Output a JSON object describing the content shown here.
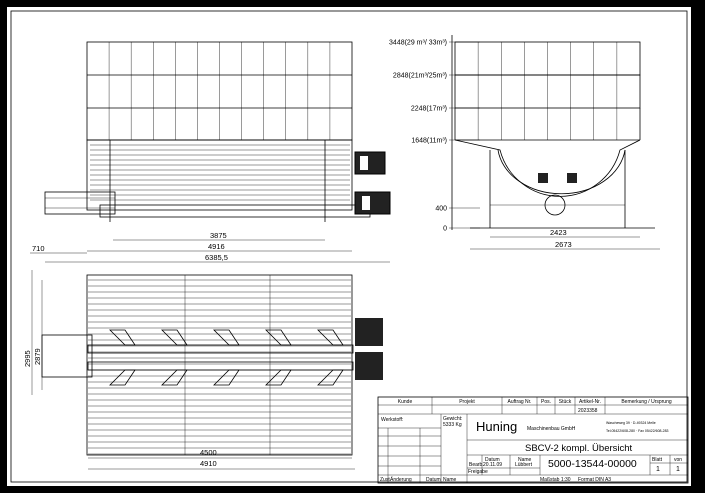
{
  "drawing": {
    "front_view": {
      "dims": {
        "d3875": "3875",
        "d4916": "4916",
        "d710": "710",
        "d6385": "6385,5"
      }
    },
    "side_view": {
      "levels": [
        "3448(29 m³/ 33m³)",
        "2848(21m³/25m³)",
        "2248(17m³)",
        "1648(11m³)",
        "400",
        "0"
      ],
      "dims": {
        "d2423": "2423",
        "d2673": "2673"
      }
    },
    "top_view": {
      "dims": {
        "d4500": "4500",
        "d4910": "4910",
        "d2995": "2995",
        "d2879": "2879"
      }
    }
  },
  "title_block": {
    "headers": [
      "Kunde",
      "Projekt",
      "Auftrag Nr.",
      "Pos.",
      "Stück",
      "Artikel-Nr.",
      "Bemerkung / Ursprung"
    ],
    "article_no": "2023358",
    "material_label": "Werkstoff:",
    "weight_label": "Gewicht:",
    "weight": "5333 Kg",
    "company": "Huning",
    "company_suffix": "Maschinenbau GmbH",
    "address": "Wascheweg 39 · D-49324 Melle",
    "phone": "Tel.05422/608-280 · Fax 05422/608-283",
    "title": "SBCV-2 kompl. Übersicht",
    "date_label": "Datum",
    "name_label": "Name",
    "drawn_label": "Bearb.",
    "drawn_date": "20.11.09",
    "drawn_name": "Lübbert",
    "release_label": "Freigabe",
    "drawing_no": "5000-13544-00000",
    "sheet_label": "Blatt",
    "of_label": "von",
    "sheet": "1",
    "sheets": "1",
    "rev_labels": [
      "Zust.",
      "Änderung",
      "Datum",
      "Name"
    ],
    "scale": "Maßstab   1:30",
    "format": "Format  DIN A3"
  }
}
